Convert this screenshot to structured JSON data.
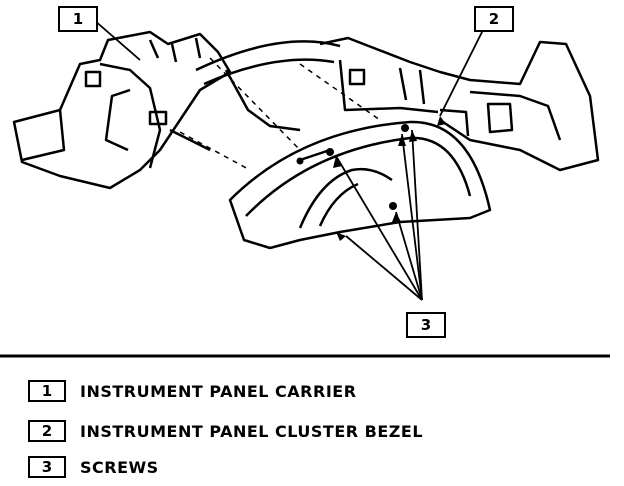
{
  "callouts": [
    {
      "number": "1"
    },
    {
      "number": "2"
    },
    {
      "number": "3"
    }
  ],
  "legend": [
    {
      "number": "1",
      "label": "INSTRUMENT PANEL CARRIER"
    },
    {
      "number": "2",
      "label": "INSTRUMENT PANEL CLUSTER BEZEL"
    },
    {
      "number": "3",
      "label": "SCREWS"
    }
  ]
}
